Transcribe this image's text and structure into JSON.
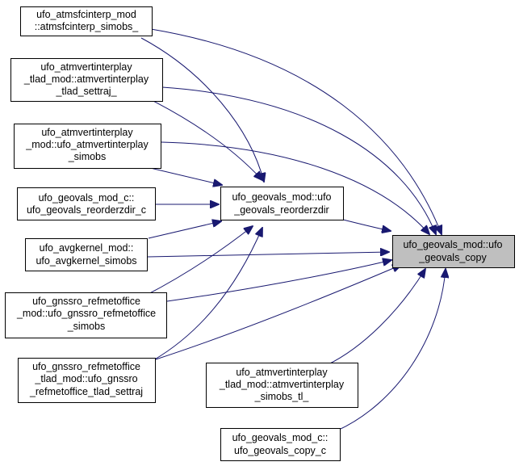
{
  "colors": {
    "edge": "#191970",
    "node_fill": "#ffffff",
    "node_stroke": "#000000",
    "target_fill": "#bfbfbf"
  },
  "nodes": {
    "atmsfcinterp": [
      "ufo_atmsfcinterp_mod",
      "::atmsfcinterp_simobs_"
    ],
    "atmvert_tlad_settraj": [
      "ufo_atmvertinterplay",
      "_tlad_mod::atmvertinterplay",
      "_tlad_settraj_"
    ],
    "atmvert_simobs": [
      "ufo_atmvertinterplay",
      "_mod::ufo_atmvertinterplay",
      "_simobs"
    ],
    "geovals_reorderzdir_c": [
      "ufo_geovals_mod_c::",
      "ufo_geovals_reorderzdir_c"
    ],
    "avgkernel": [
      "ufo_avgkernel_mod::",
      "ufo_avgkernel_simobs"
    ],
    "gnssro_simobs": [
      "ufo_gnssro_refmetoffice",
      "_mod::ufo_gnssro_refmetoffice",
      "_simobs"
    ],
    "gnssro_tlad_settraj": [
      "ufo_gnssro_refmetoffice",
      "_tlad_mod::ufo_gnssro",
      "_refmetoffice_tlad_settraj"
    ],
    "reorderzdir": [
      "ufo_geovals_mod::ufo",
      "_geovals_reorderzdir"
    ],
    "geovals_copy": [
      "ufo_geovals_mod::ufo",
      "_geovals_copy"
    ],
    "atmvert_simobs_tl": [
      "ufo_atmvertinterplay",
      "_tlad_mod::atmvertinterplay",
      "_simobs_tl_"
    ],
    "geovals_copy_c": [
      "ufo_geovals_mod_c::",
      "ufo_geovals_copy_c"
    ]
  }
}
